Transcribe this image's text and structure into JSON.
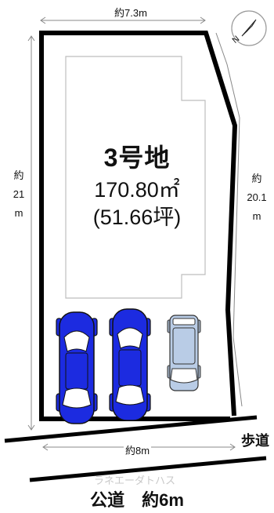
{
  "lot": {
    "title": "3号地",
    "area": "170.80㎡",
    "tsubo": "(51.66坪)"
  },
  "dimensions": {
    "top": "約7.3m",
    "left": [
      "約",
      "21",
      "m"
    ],
    "right": [
      "約",
      "20.1",
      "m"
    ],
    "bottom": "約8m"
  },
  "sidewalk_label": "歩道",
  "road_label": "公道　約6m",
  "watermark": "ラネエーダトハス",
  "compass_letter": "N",
  "colors": {
    "boundary": "#000000",
    "car_blue": "#1c2be0",
    "car_light": "#b9cce6",
    "building_outline": "#bdbdbd"
  }
}
